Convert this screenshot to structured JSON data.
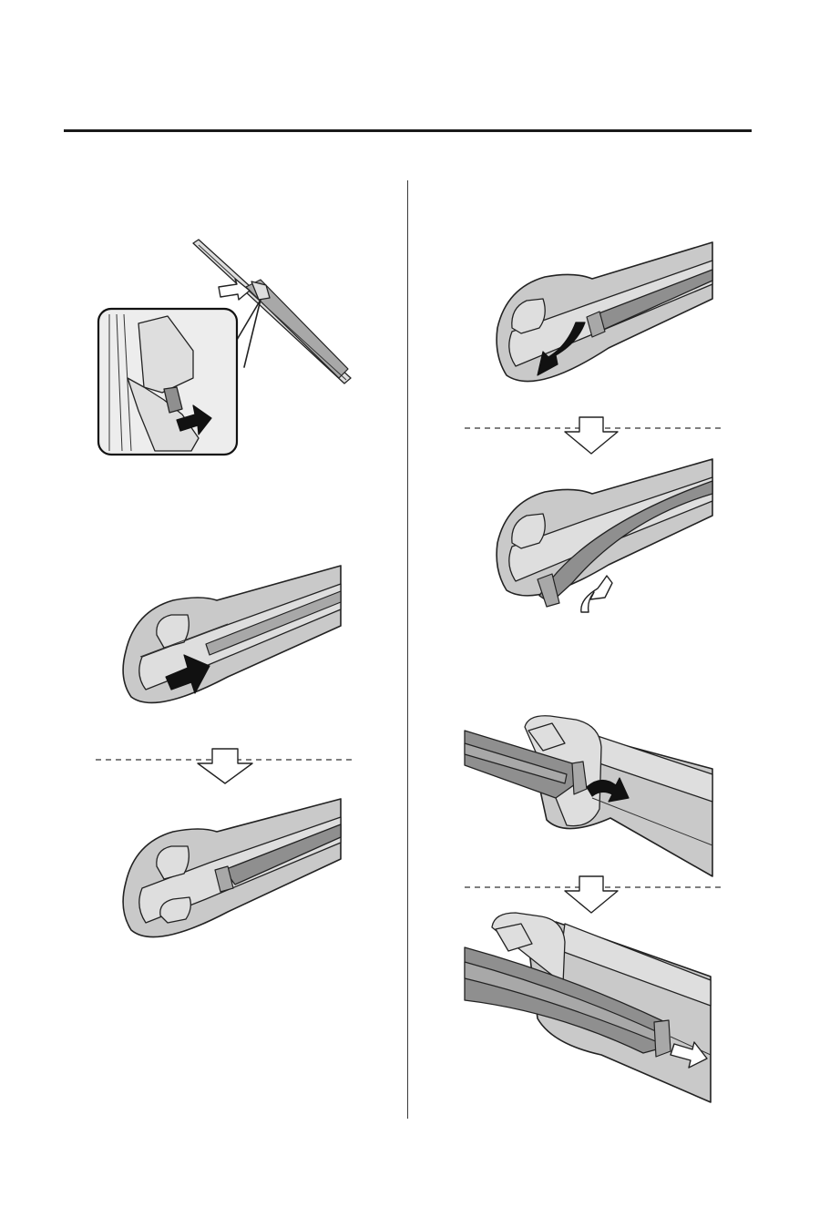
{
  "page": {
    "background": "#ffffff",
    "line_color": "#1a1a1a"
  },
  "figures": [
    {
      "id": "wiper-release-detail",
      "icons": [
        "wiper-arm-icon",
        "release-tab-icon",
        "push-arrow-icon",
        "slide-arrow-icon"
      ]
    },
    {
      "id": "blade-insert-step",
      "icons": [
        "wiper-blade-end-icon",
        "push-arrow-icon",
        "step-down-arrow-icon"
      ]
    },
    {
      "id": "blade-inserted-step",
      "icons": [
        "wiper-blade-end-icon"
      ]
    },
    {
      "id": "blade-unlock-step",
      "icons": [
        "wiper-blade-end-icon",
        "pull-arrow-icon",
        "step-down-arrow-icon"
      ]
    },
    {
      "id": "blade-removal-step",
      "icons": [
        "wiper-blade-end-icon",
        "pull-arrow-icon"
      ]
    },
    {
      "id": "blade-slide-step",
      "icons": [
        "wiper-blade-clip-icon",
        "slide-arrow-icon",
        "step-down-arrow-icon"
      ]
    },
    {
      "id": "blade-slid-out-step",
      "icons": [
        "wiper-blade-clip-icon",
        "slide-arrow-icon"
      ]
    }
  ]
}
